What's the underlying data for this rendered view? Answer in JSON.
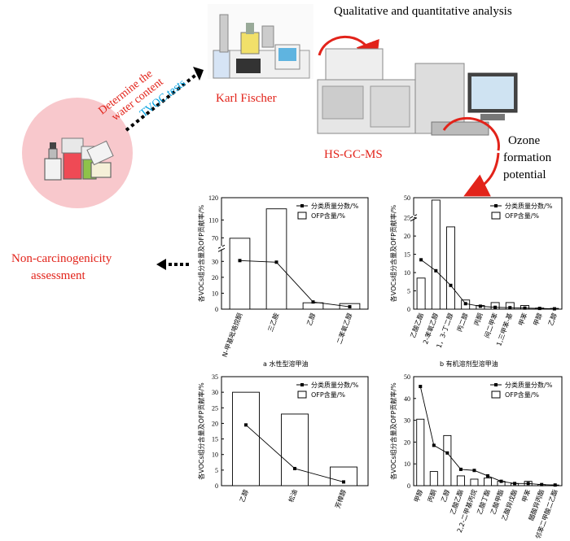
{
  "labels": {
    "qualitative": "Qualitative and quantitative analysis",
    "karl_fischer": "Karl Fischer",
    "hsgcms": "HS-GC-MS",
    "ozone1": "Ozone",
    "ozone2": "formation",
    "ozone3": "potential",
    "determine1": "Determine the",
    "determine2": "water content",
    "tvoc": "TVOC tests",
    "noncarc1": "Non-carcinogenicity",
    "noncarc2": "assessment"
  },
  "colors": {
    "red_text": "#e2231a",
    "blue_text": "#00a0e0",
    "circle_fill": "#f8c8cc",
    "arrow_red": "#e2231a"
  },
  "legend": {
    "mass": "分类质量分数/%",
    "ofp": "OFP含量/%"
  },
  "ylabel": "各VOCs组分含量及OFP贡献率/%",
  "chart_data": [
    {
      "id": "a",
      "type": "bar",
      "caption": "a  水性型溶甲油",
      "categories": [
        "N-甲基吡咯烷酮",
        "三乙胺",
        "乙醇",
        "二苯氧乙醇"
      ],
      "ofp": [
        69,
        115,
        4,
        3.5
      ],
      "mass": [
        30.5,
        29.5,
        4.5,
        1.5
      ],
      "yticks": [
        "0",
        "10",
        "20",
        "30",
        "70",
        "110",
        "120"
      ],
      "axis_break": true
    },
    {
      "id": "b",
      "type": "bar",
      "caption": "b  有机溶剂型溶甲油",
      "categories": [
        "乙酸乙酯",
        "2-苯氧乙醇",
        "1，3-丁二醇",
        "丙二醇",
        "丙酮",
        "间二甲苯",
        "1,三甲苯-基",
        "甲苯",
        "甲醇",
        "乙醇"
      ],
      "ofp": [
        8.5,
        47,
        22.5,
        2.5,
        1,
        1.8,
        1.8,
        1,
        0.3,
        0.2
      ],
      "mass": [
        13.5,
        10.5,
        6.5,
        1.5,
        0.8,
        0.5,
        0.4,
        0.3,
        0.2,
        0.1
      ],
      "yticks": [
        "0",
        "5",
        "10",
        "15",
        "20",
        "25",
        "50"
      ],
      "axis_break": true
    },
    {
      "id": "c",
      "type": "bar",
      "caption": "",
      "categories": [
        "乙醇",
        "松油",
        "芳樟醇"
      ],
      "ofp": [
        30,
        23,
        6
      ],
      "mass": [
        19.5,
        5.5,
        1.2
      ],
      "yticks": [
        "0",
        "5",
        "10",
        "15",
        "20",
        "25",
        "30",
        "35"
      ],
      "ylim": [
        0,
        35
      ]
    },
    {
      "id": "d",
      "type": "bar",
      "caption": "",
      "categories": [
        "甲醇",
        "丙酮",
        "乙醇",
        "乙酸乙酯",
        "2,2-二甲基丙烷",
        "乙酸丁酯",
        "乙酸甲酯",
        "乙酸异戊酯",
        "甲苯",
        "醋酸异丙酯",
        "邻苯二甲酸二乙酯"
      ],
      "ofp": [
        30.5,
        6.5,
        23,
        4.5,
        3,
        3.5,
        2,
        1,
        2,
        0.5,
        0.3
      ],
      "mass": [
        45.5,
        18.5,
        15,
        7.5,
        7,
        4.5,
        2,
        1,
        1,
        0.5,
        0.3
      ],
      "yticks": [
        "0",
        "10",
        "20",
        "30",
        "40",
        "50"
      ],
      "ylim": [
        0,
        50
      ]
    }
  ]
}
